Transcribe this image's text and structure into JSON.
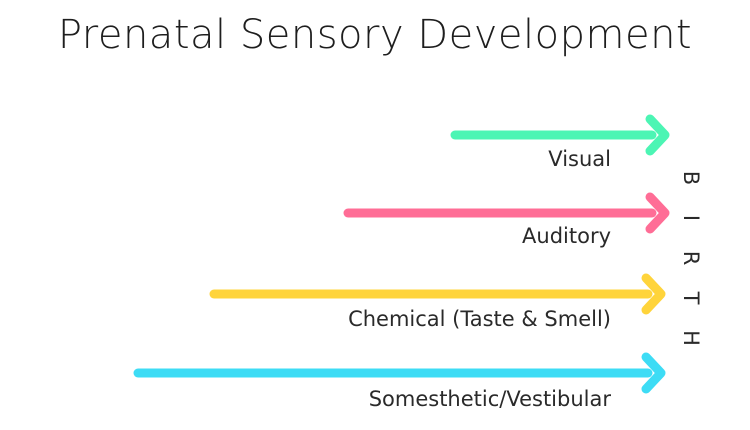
{
  "title": "Prenatal Sensory Development",
  "birth_label": [
    "B",
    "I",
    "R",
    "T",
    "H"
  ],
  "arrows": [
    {
      "label": "Visual",
      "color": "#4cf5b4"
    },
    {
      "label": "Auditory",
      "color": "#ff6d96"
    },
    {
      "label": "Chemical (Taste & Smell)",
      "color": "#ffd43b"
    },
    {
      "label": "Somesthetic/Vestibular",
      "color": "#3ddcf5"
    }
  ]
}
